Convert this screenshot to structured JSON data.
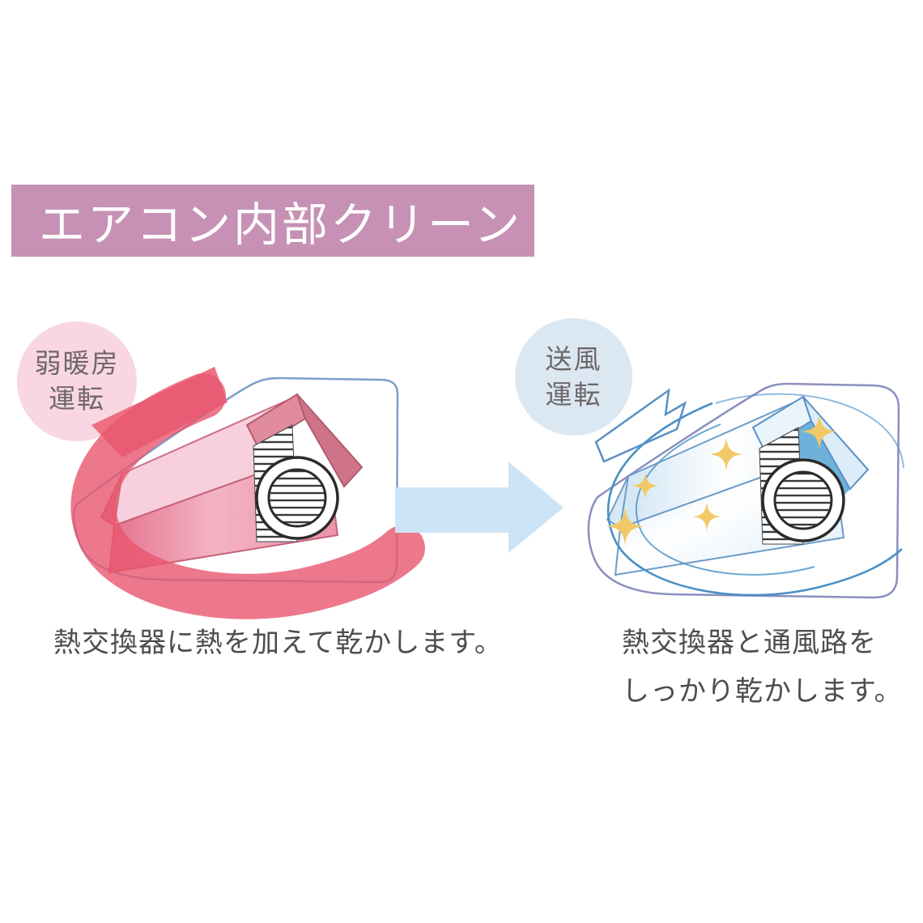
{
  "title": {
    "label": "エアコン内部クリーン"
  },
  "left": {
    "badge": {
      "line1": "弱暖房",
      "line2": "運転"
    },
    "illustration": "ac-unit-heating-illustration",
    "caption": "熱交換器に熱を加えて乾かします。"
  },
  "right": {
    "badge": {
      "line1": "送風",
      "line2": "運転"
    },
    "illustration": "ac-unit-clean-airflow-illustration",
    "caption_line1": "熱交換器と通風路を",
    "caption_line2": "しっかり乾かします。"
  },
  "icons": {
    "middle": "flow-arrow-icon",
    "left_glow": "heat-glow",
    "fan": "fan-icon",
    "sparkle": "sparkle-icon"
  },
  "colors": {
    "banner_bg": "#c691b4",
    "banner_text": "#ffffff",
    "badge_heat_bg": "#f8d6e2",
    "badge_fan_bg": "#dbe8f1",
    "badge_text": "#6e686c",
    "caption_text": "#4d4d4d",
    "flow_arrow": "#cde4f6",
    "heat_red": "#e8566e",
    "body_pink": "#f8d0dd",
    "roof_rose": "#dd8495",
    "housing_outline_blue": "#7d9fc9",
    "clean_blue": "#6fb2d9",
    "swirl_blue": "#4a90c4",
    "sparkle_yellow": "#f1ca67"
  }
}
